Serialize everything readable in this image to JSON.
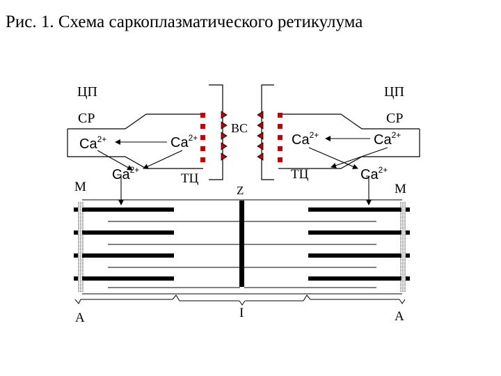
{
  "title": "Рис. 1. Схема саркоплазматического ретикулума",
  "labels": {
    "cp_left": "ЦП",
    "cp_right": "ЦП",
    "sr_left": "СР",
    "sr_right": "СР",
    "bc": "ВС",
    "tc_left": "ТЦ",
    "tc_right": "ТЦ",
    "m_left": "M",
    "m_right": "M",
    "z": "Z",
    "a_left": "А",
    "a_right": "А",
    "i": "I",
    "ca": "Ca",
    "ca_charge": "2+"
  },
  "colors": {
    "ink": "#000000",
    "red": "#c00000"
  }
}
